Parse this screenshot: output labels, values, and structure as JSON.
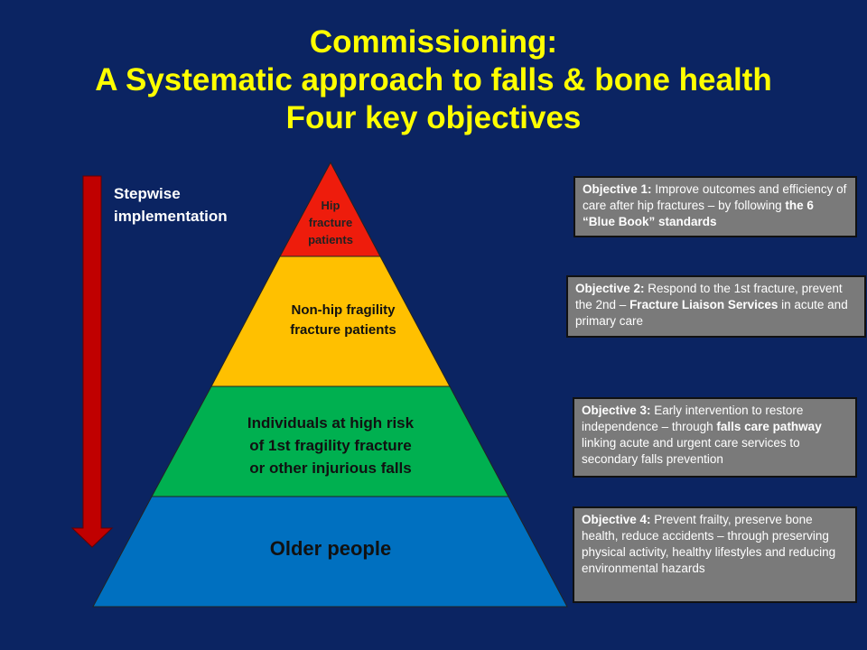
{
  "title": {
    "line1": "Commissioning:",
    "line2": "A Systematic approach to falls & bone health",
    "line3": "Four key objectives"
  },
  "stepwise": {
    "line1": "Stepwise",
    "line2": "implementation"
  },
  "pyramid": {
    "levels": [
      {
        "label_lines": [
          "Hip",
          "fracture",
          "patients"
        ],
        "color": "#ee1c0c"
      },
      {
        "label_lines": [
          "Non-hip fragility",
          "fracture patients"
        ],
        "color": "#ffc000"
      },
      {
        "label_lines": [
          "Individuals at high risk",
          "of 1st fragility fracture",
          "or other injurious falls"
        ],
        "color": "#00b050"
      },
      {
        "label_lines": [
          "Older people"
        ],
        "color": "#0070c0"
      }
    ]
  },
  "arrow_color": "#c00000",
  "objectives": [
    {
      "segments": [
        {
          "t": "Objective 1: ",
          "b": true
        },
        {
          "t": "Improve outcomes and efficiency of care after hip fractures – by following ",
          "b": false
        },
        {
          "t": "the 6 “Blue Book” standards",
          "b": true
        }
      ]
    },
    {
      "segments": [
        {
          "t": "Objective 2: ",
          "b": true
        },
        {
          "t": "Respond to the 1st fracture, prevent the 2nd – ",
          "b": false
        },
        {
          "t": "Fracture Liaison Services",
          "b": true
        },
        {
          "t": " in acute and primary care",
          "b": false
        }
      ]
    },
    {
      "segments": [
        {
          "t": "Objective 3: ",
          "b": true
        },
        {
          "t": "Early intervention to restore independence – through ",
          "b": false
        },
        {
          "t": "falls care pathway",
          "b": true
        },
        {
          "t": " linking acute and urgent care services to secondary falls prevention",
          "b": false
        }
      ]
    },
    {
      "segments": [
        {
          "t": "Objective 4: ",
          "b": true
        },
        {
          "t": "Prevent frailty, preserve bone health, reduce accidents – through preserving physical activity, healthy lifestyles and reducing environmental hazards",
          "b": false
        }
      ]
    }
  ]
}
